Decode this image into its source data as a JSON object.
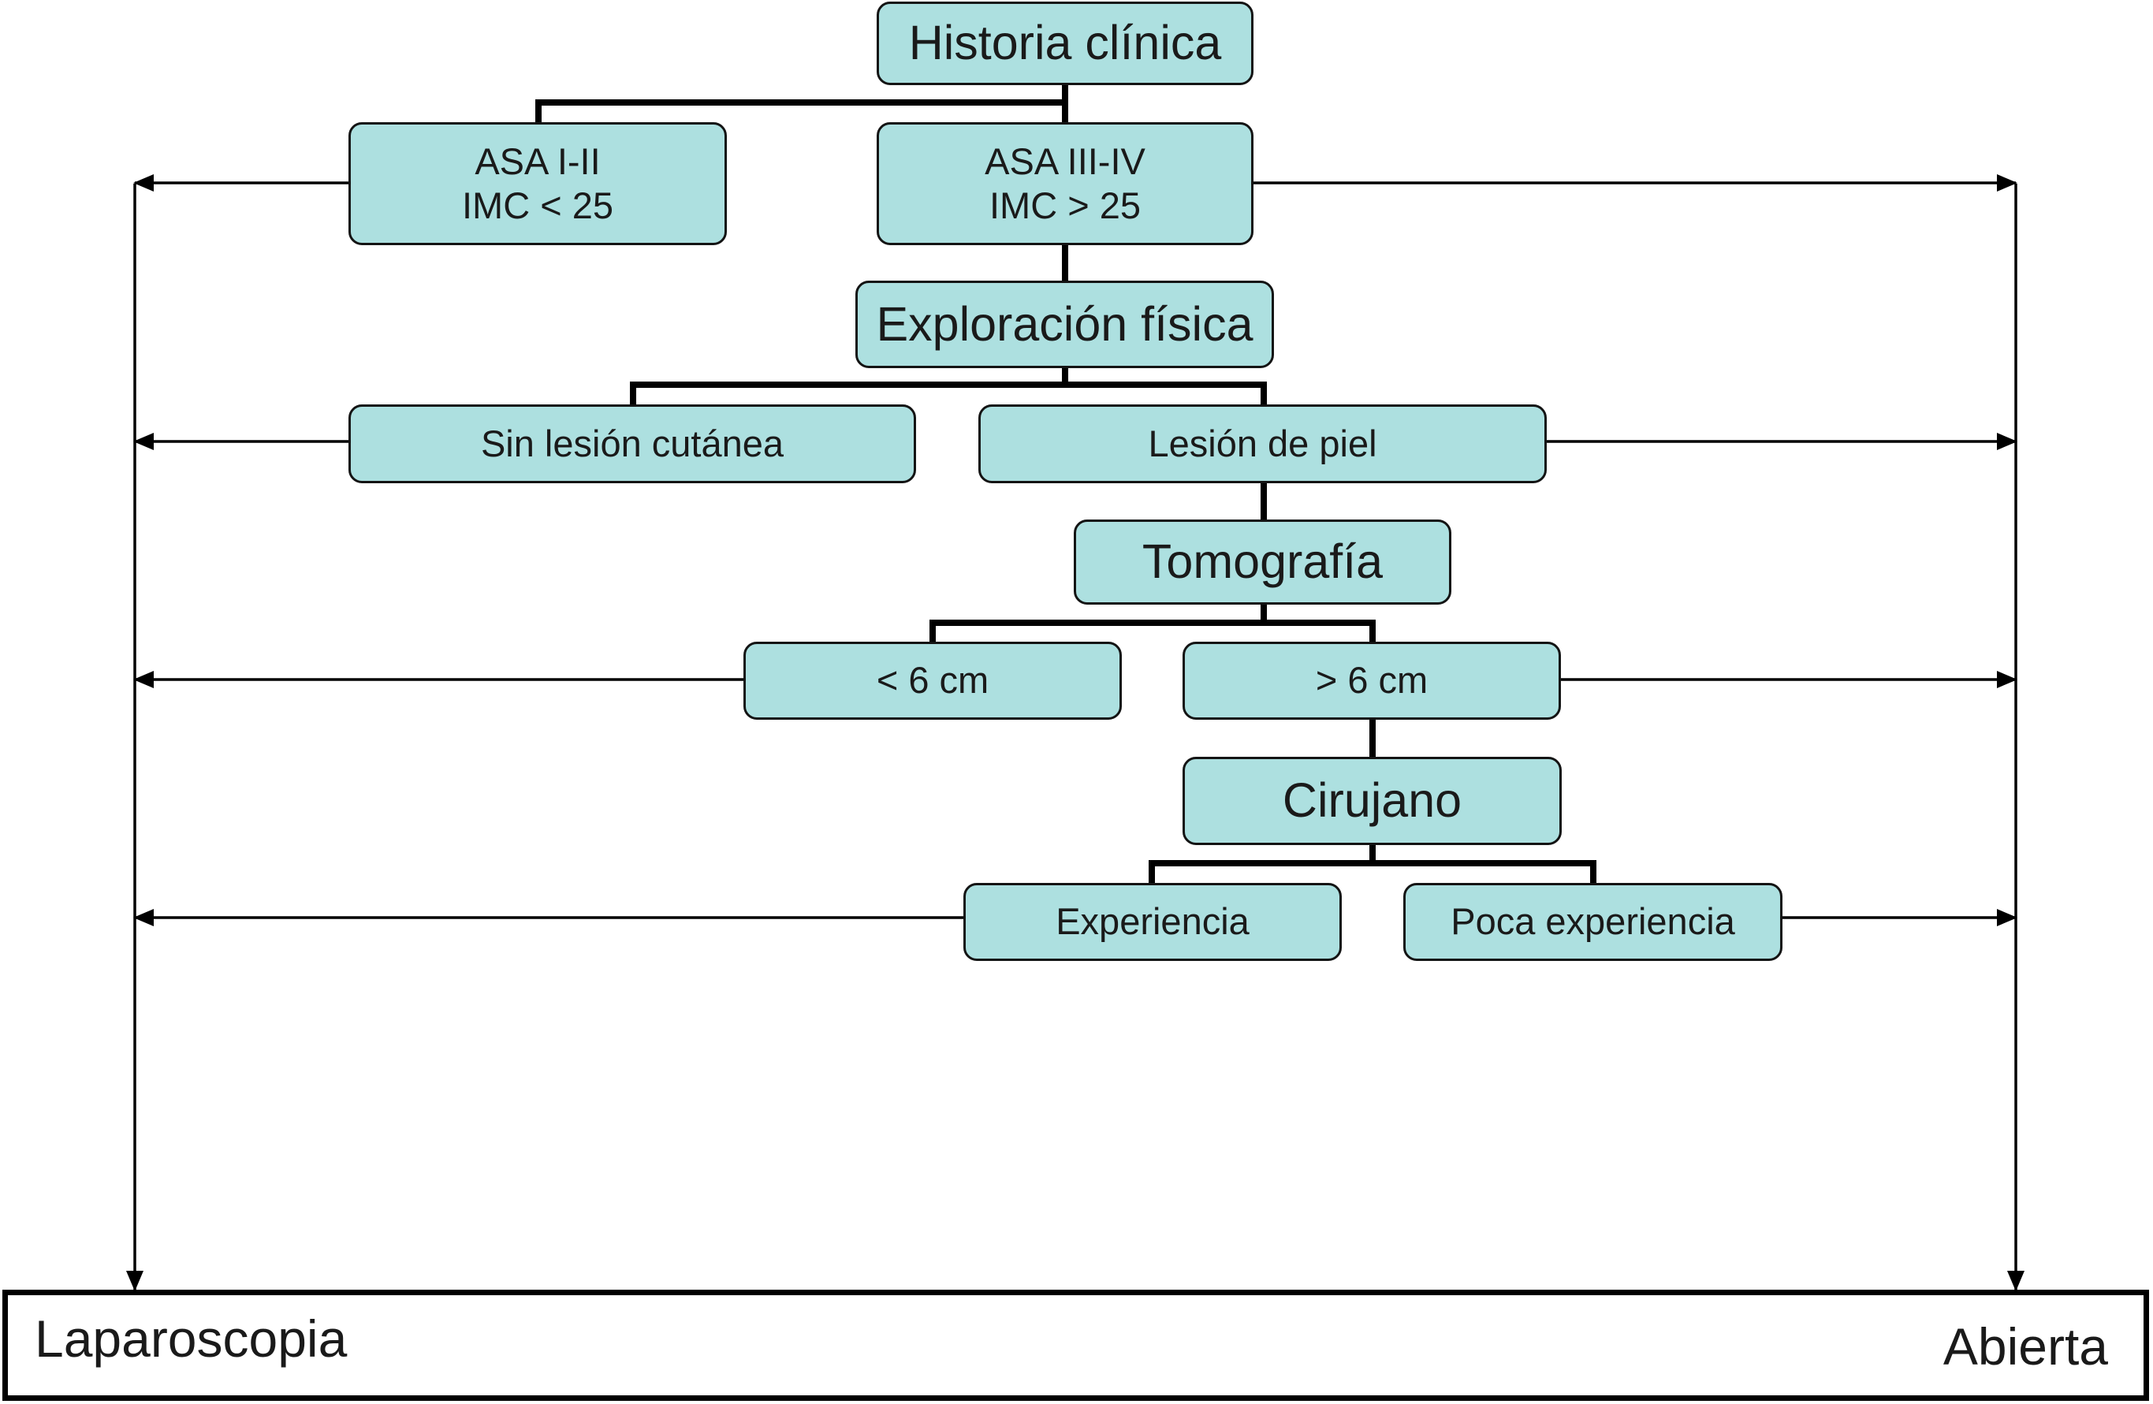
{
  "nodes": {
    "historia": "Historia clínica",
    "asa_low": {
      "line1": "ASA I-II",
      "line2": "IMC < 25"
    },
    "asa_high": {
      "line1": "ASA III-IV",
      "line2": "IMC > 25"
    },
    "exploracion": "Exploración física",
    "sin_lesion": "Sin lesión cutánea",
    "lesion_piel": "Lesión de piel",
    "tomografia": "Tomografía",
    "lt6": "< 6 cm",
    "gt6": "> 6 cm",
    "cirujano": "Cirujano",
    "experiencia": "Experiencia",
    "poca_experiencia": "Poca experiencia"
  },
  "outcomes": {
    "left": "Laparoscopia",
    "right": "Abierta"
  },
  "colors": {
    "box_fill": "#ade0e0",
    "box_border": "#141414",
    "line": "#000000"
  }
}
